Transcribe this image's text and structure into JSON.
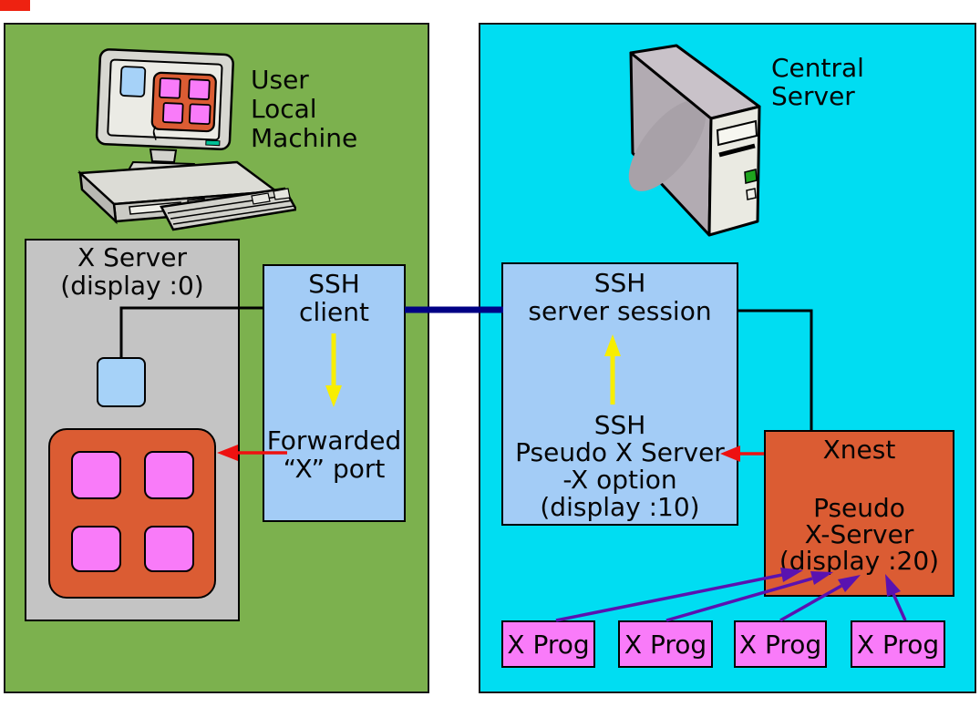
{
  "title": "SSH X11 forwarding diagram",
  "colors": {
    "page_bg": "#ffffff",
    "local_panel_bg": "#7cb14e",
    "central_panel_bg": "#00ddf2",
    "ssh_box_bg": "#a3ccf6",
    "x_server_box_bg": "#c4c4c4",
    "xnest_box_bg": "#db5c33",
    "x_prog_box_bg": "#f97bf9",
    "blue_square_bg": "#a6d2f8",
    "pink_square_bg": "#f97bf9",
    "box_border": "#000000",
    "ssh_tunnel_line": "#000085",
    "yellow_arrow": "#f8ee00",
    "red_arrow": "#ee1111",
    "purple_arrow": "#5a12b0",
    "text": "#050505"
  },
  "left_panel": {
    "machine_label": {
      "lines": [
        "User",
        "Local",
        "Machine"
      ]
    },
    "x_server_box": {
      "lines": [
        "X Server",
        "(display :0)"
      ]
    },
    "ssh_client_box": {
      "title_lines": [
        "SSH",
        "client"
      ],
      "bottom_lines": [
        "Forwarded",
        "“X” port"
      ]
    }
  },
  "right_panel": {
    "machine_label": {
      "lines": [
        "Central",
        "Server"
      ]
    },
    "ssh_server_box": {
      "title_lines": [
        "SSH",
        "server session"
      ],
      "bottom_lines": [
        "SSH",
        "Pseudo X Server",
        "-X option",
        "(display :10)"
      ]
    },
    "xnest_box": {
      "title": "Xnest",
      "lines": [
        "Pseudo",
        "X-Server",
        "(display :20)"
      ]
    },
    "x_prog_boxes": [
      {
        "label": "X Prog"
      },
      {
        "label": "X Prog"
      },
      {
        "label": "X Prog"
      },
      {
        "label": "X Prog"
      }
    ]
  }
}
